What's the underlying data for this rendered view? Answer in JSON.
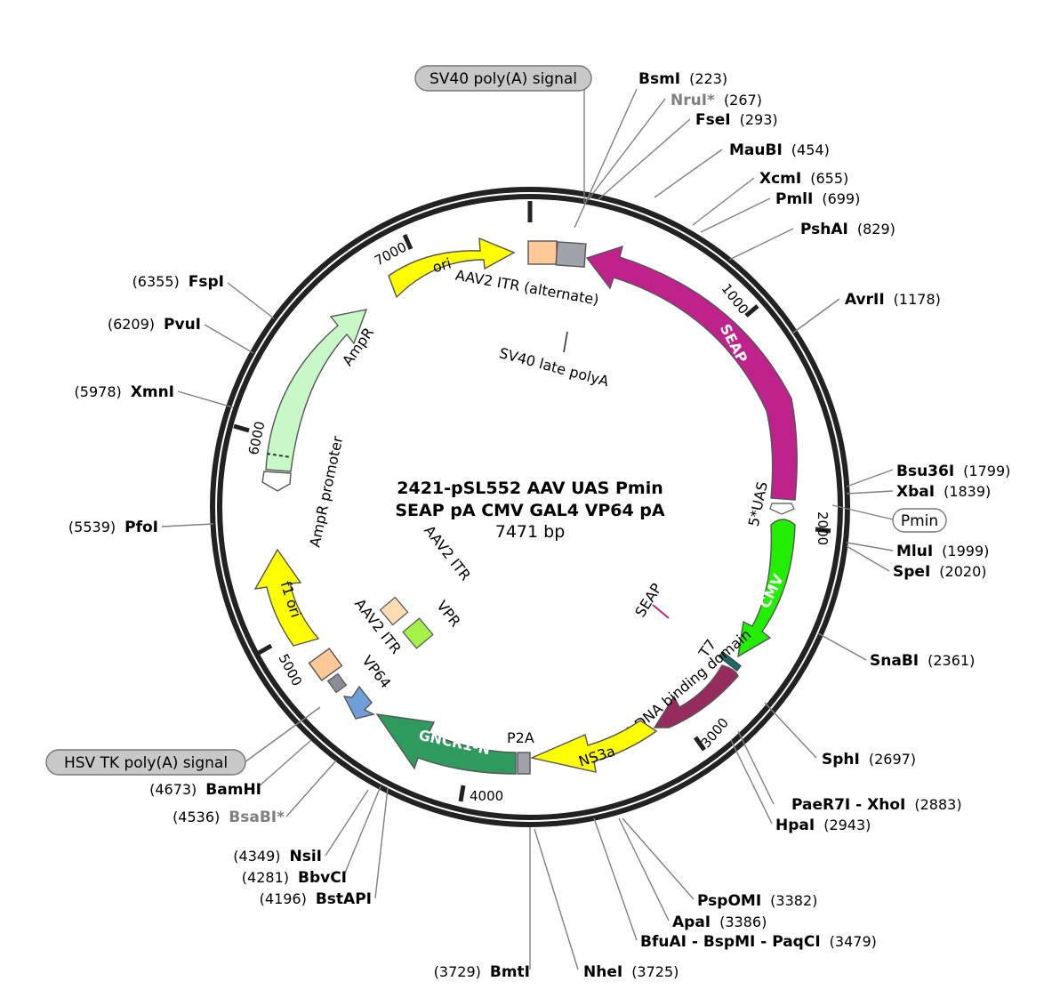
{
  "plasmid": {
    "name_line1": "2421-pSL552 AAV UAS Pmin",
    "name_line2": "SEAP pA CMV GAL4 VP64 pA",
    "length": "7471 bp"
  },
  "ticks": [
    "1000",
    "2000",
    "3000",
    "4000",
    "5000",
    "6000",
    "7000"
  ],
  "enzymes": [
    {
      "name": "BsmI",
      "pos": "(223)"
    },
    {
      "name": "NruI*",
      "pos": "(267)"
    },
    {
      "name": "FseI",
      "pos": "(293)"
    },
    {
      "name": "MauBI",
      "pos": "(454)"
    },
    {
      "name": "XcmI",
      "pos": "(655)"
    },
    {
      "name": "PmlI",
      "pos": "(699)"
    },
    {
      "name": "PshAI",
      "pos": "(829)"
    },
    {
      "name": "AvrII",
      "pos": "(1178)"
    },
    {
      "name": "Bsu36I",
      "pos": "(1799)"
    },
    {
      "name": "XbaI",
      "pos": "(1839)"
    },
    {
      "name": "MluI",
      "pos": "(1999)"
    },
    {
      "name": "SpeI",
      "pos": "(2020)"
    },
    {
      "name": "SnaBI",
      "pos": "(2361)"
    },
    {
      "name": "SphI",
      "pos": "(2697)"
    },
    {
      "name": "PaeR7I - XhoI",
      "pos": "(2883)"
    },
    {
      "name": "HpaI",
      "pos": "(2943)"
    },
    {
      "name": "PspOMI",
      "pos": "(3382)"
    },
    {
      "name": "ApaI",
      "pos": "(3386)"
    },
    {
      "name": "BfuAI - BspMI - PaqCI",
      "pos": "(3479)"
    },
    {
      "name": "NheI",
      "pos": "(3725)"
    },
    {
      "name": "BmtI",
      "pos": "(3729)"
    },
    {
      "name": "BstAPI",
      "pos": "(4196)"
    },
    {
      "name": "BbvCI",
      "pos": "(4281)"
    },
    {
      "name": "NsiI",
      "pos": "(4349)"
    },
    {
      "name": "BsaBI*",
      "pos": "(4536)"
    },
    {
      "name": "BamHI",
      "pos": "(4673)"
    },
    {
      "name": "PfoI",
      "pos": "(5539)"
    },
    {
      "name": "XmnI",
      "pos": "(5978)"
    },
    {
      "name": "PvuI",
      "pos": "(6209)"
    },
    {
      "name": "FspI",
      "pos": "(6355)"
    }
  ],
  "pills": {
    "sv40_polya_signal": "SV40 poly(A) signal",
    "hsv_tk_polya_signal": "HSV TK poly(A) signal",
    "pmin": "Pmin"
  },
  "features": {
    "ori": "ori",
    "aav2_itr_alt": "AAV2 ITR (alternate)",
    "seap": "SEAP",
    "uas": "5*UAS",
    "cmv": "CMV",
    "t7": "T7",
    "gal4": "GAL4 DNA binding domain",
    "ns3a": "NS3a",
    "p2a": "P2A",
    "gncr1n": "GNCR1-N",
    "vp64": "VP64",
    "aav2_itr_1": "AAV2 ITR",
    "aav2_itr_2": "AAV2 ITR",
    "vpr": "VPR",
    "f1ori": "f1 ori",
    "ampr_promoter": "AmpR promoter",
    "ampr": "AmpR",
    "sv40_late_polya": "SV40 late polyA",
    "seap_inner": "SEAP"
  },
  "colors": {
    "backbone": "#222222",
    "ori": "#ffff00",
    "seap": "#c0228c",
    "cmv": "#22ee00",
    "gal4": "#962c5e",
    "ns3a": "#ffff00",
    "gncr1n": "#2f9a5e",
    "vp64": "#6f9fd8",
    "itr": "#ffc896",
    "grey_feature": "#a0a4aa",
    "vpr": "#a6f04a",
    "f1ori": "#ffff00",
    "ampr": "#c8f8c8",
    "pill_grey": "#c8c8c8"
  }
}
